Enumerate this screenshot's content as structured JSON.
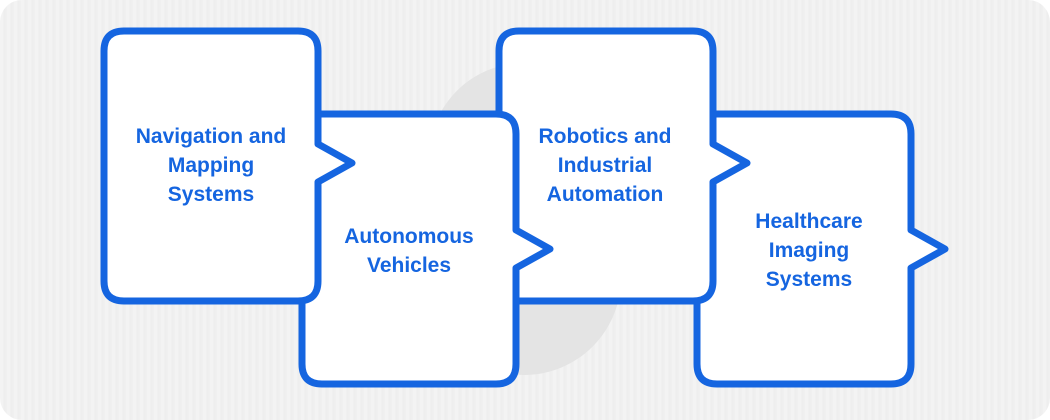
{
  "colors": {
    "accent": "#1565e0",
    "card_fill": "#ffffff",
    "watermark": "#e4e4e4"
  },
  "watermark": {
    "icon": "brand-logo-watermark-icon"
  },
  "steps": [
    {
      "label": "Navigation and Mapping Systems"
    },
    {
      "label": "Autonomous Vehicles"
    },
    {
      "label": "Robotics and Industrial Automation"
    },
    {
      "label": "Healthcare Imaging Systems"
    }
  ]
}
